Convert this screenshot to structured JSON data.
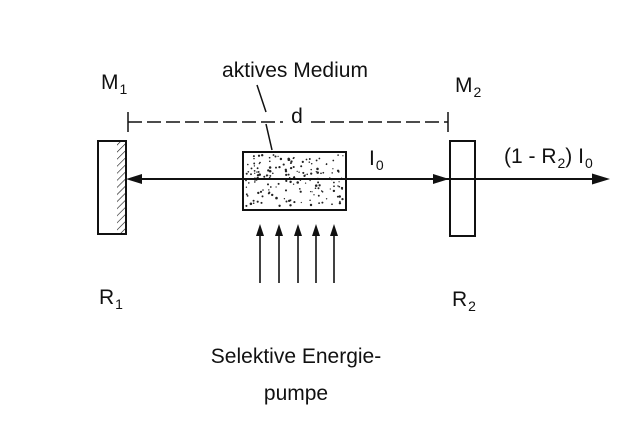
{
  "labels": {
    "active_medium": "aktives Medium",
    "distance": "d",
    "mirror1": {
      "main": "M",
      "sub": "1"
    },
    "mirror2": {
      "main": "M",
      "sub": "2"
    },
    "intensity": {
      "main": "I",
      "sub": "0"
    },
    "output": {
      "pre": "(1 - R",
      "sub1": "2",
      "mid": ") I",
      "sub2": "0"
    },
    "reflectivity1": {
      "main": "R",
      "sub": "1"
    },
    "reflectivity2": {
      "main": "R",
      "sub": "2"
    },
    "pump_line1": "Selektive  Energie-",
    "pump_line2": "pumpe"
  },
  "colors": {
    "ink": "#111111",
    "background": "#ffffff"
  }
}
